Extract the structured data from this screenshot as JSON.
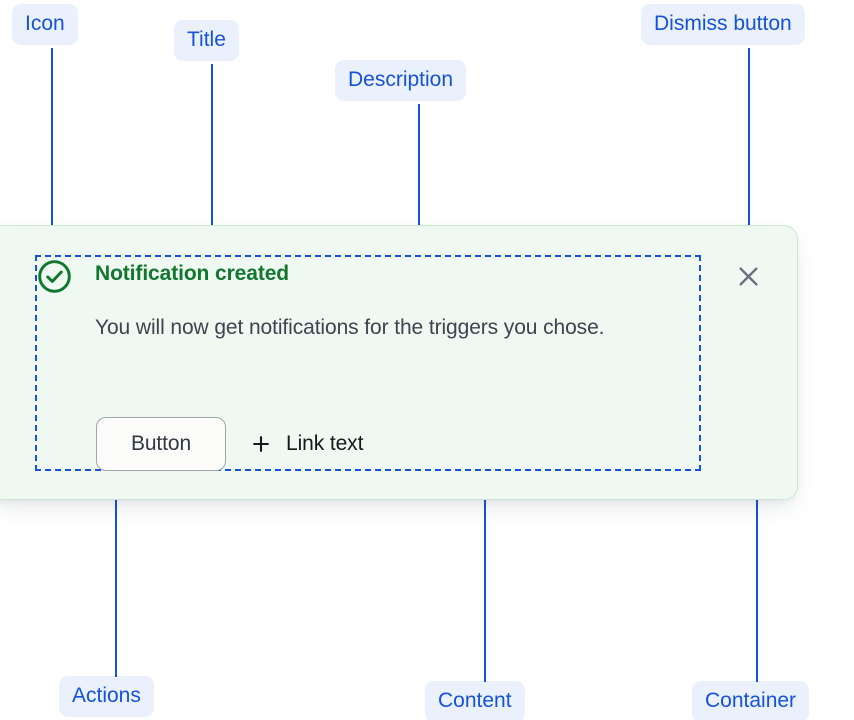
{
  "notification": {
    "status": "success",
    "icon": "check-circle-icon",
    "title": "Notification created",
    "description": "You will now get notifications for the triggers you chose.",
    "dismiss_icon": "close-icon",
    "actions": {
      "button_label": "Button",
      "link_icon": "plus-icon",
      "link_label": "Link text"
    },
    "colors": {
      "container_bg": "#eff9f1",
      "container_border": "#cbe7d3",
      "title": "#11762e",
      "icon": "#11762e",
      "description": "#3c4450",
      "dismiss": "#6b7280",
      "button_border": "#9fa5ab",
      "button_bg": "#fbfbfa"
    }
  },
  "annotations": {
    "accent_color": "#1552d8",
    "pill_bg": "#eaf1fd",
    "callouts": [
      {
        "id": "icon",
        "label": "Icon"
      },
      {
        "id": "title",
        "label": "Title"
      },
      {
        "id": "description",
        "label": "Description"
      },
      {
        "id": "dismiss",
        "label": "Dismiss button"
      },
      {
        "id": "actions",
        "label": "Actions"
      },
      {
        "id": "content",
        "label": "Content"
      },
      {
        "id": "container",
        "label": "Container"
      }
    ]
  }
}
